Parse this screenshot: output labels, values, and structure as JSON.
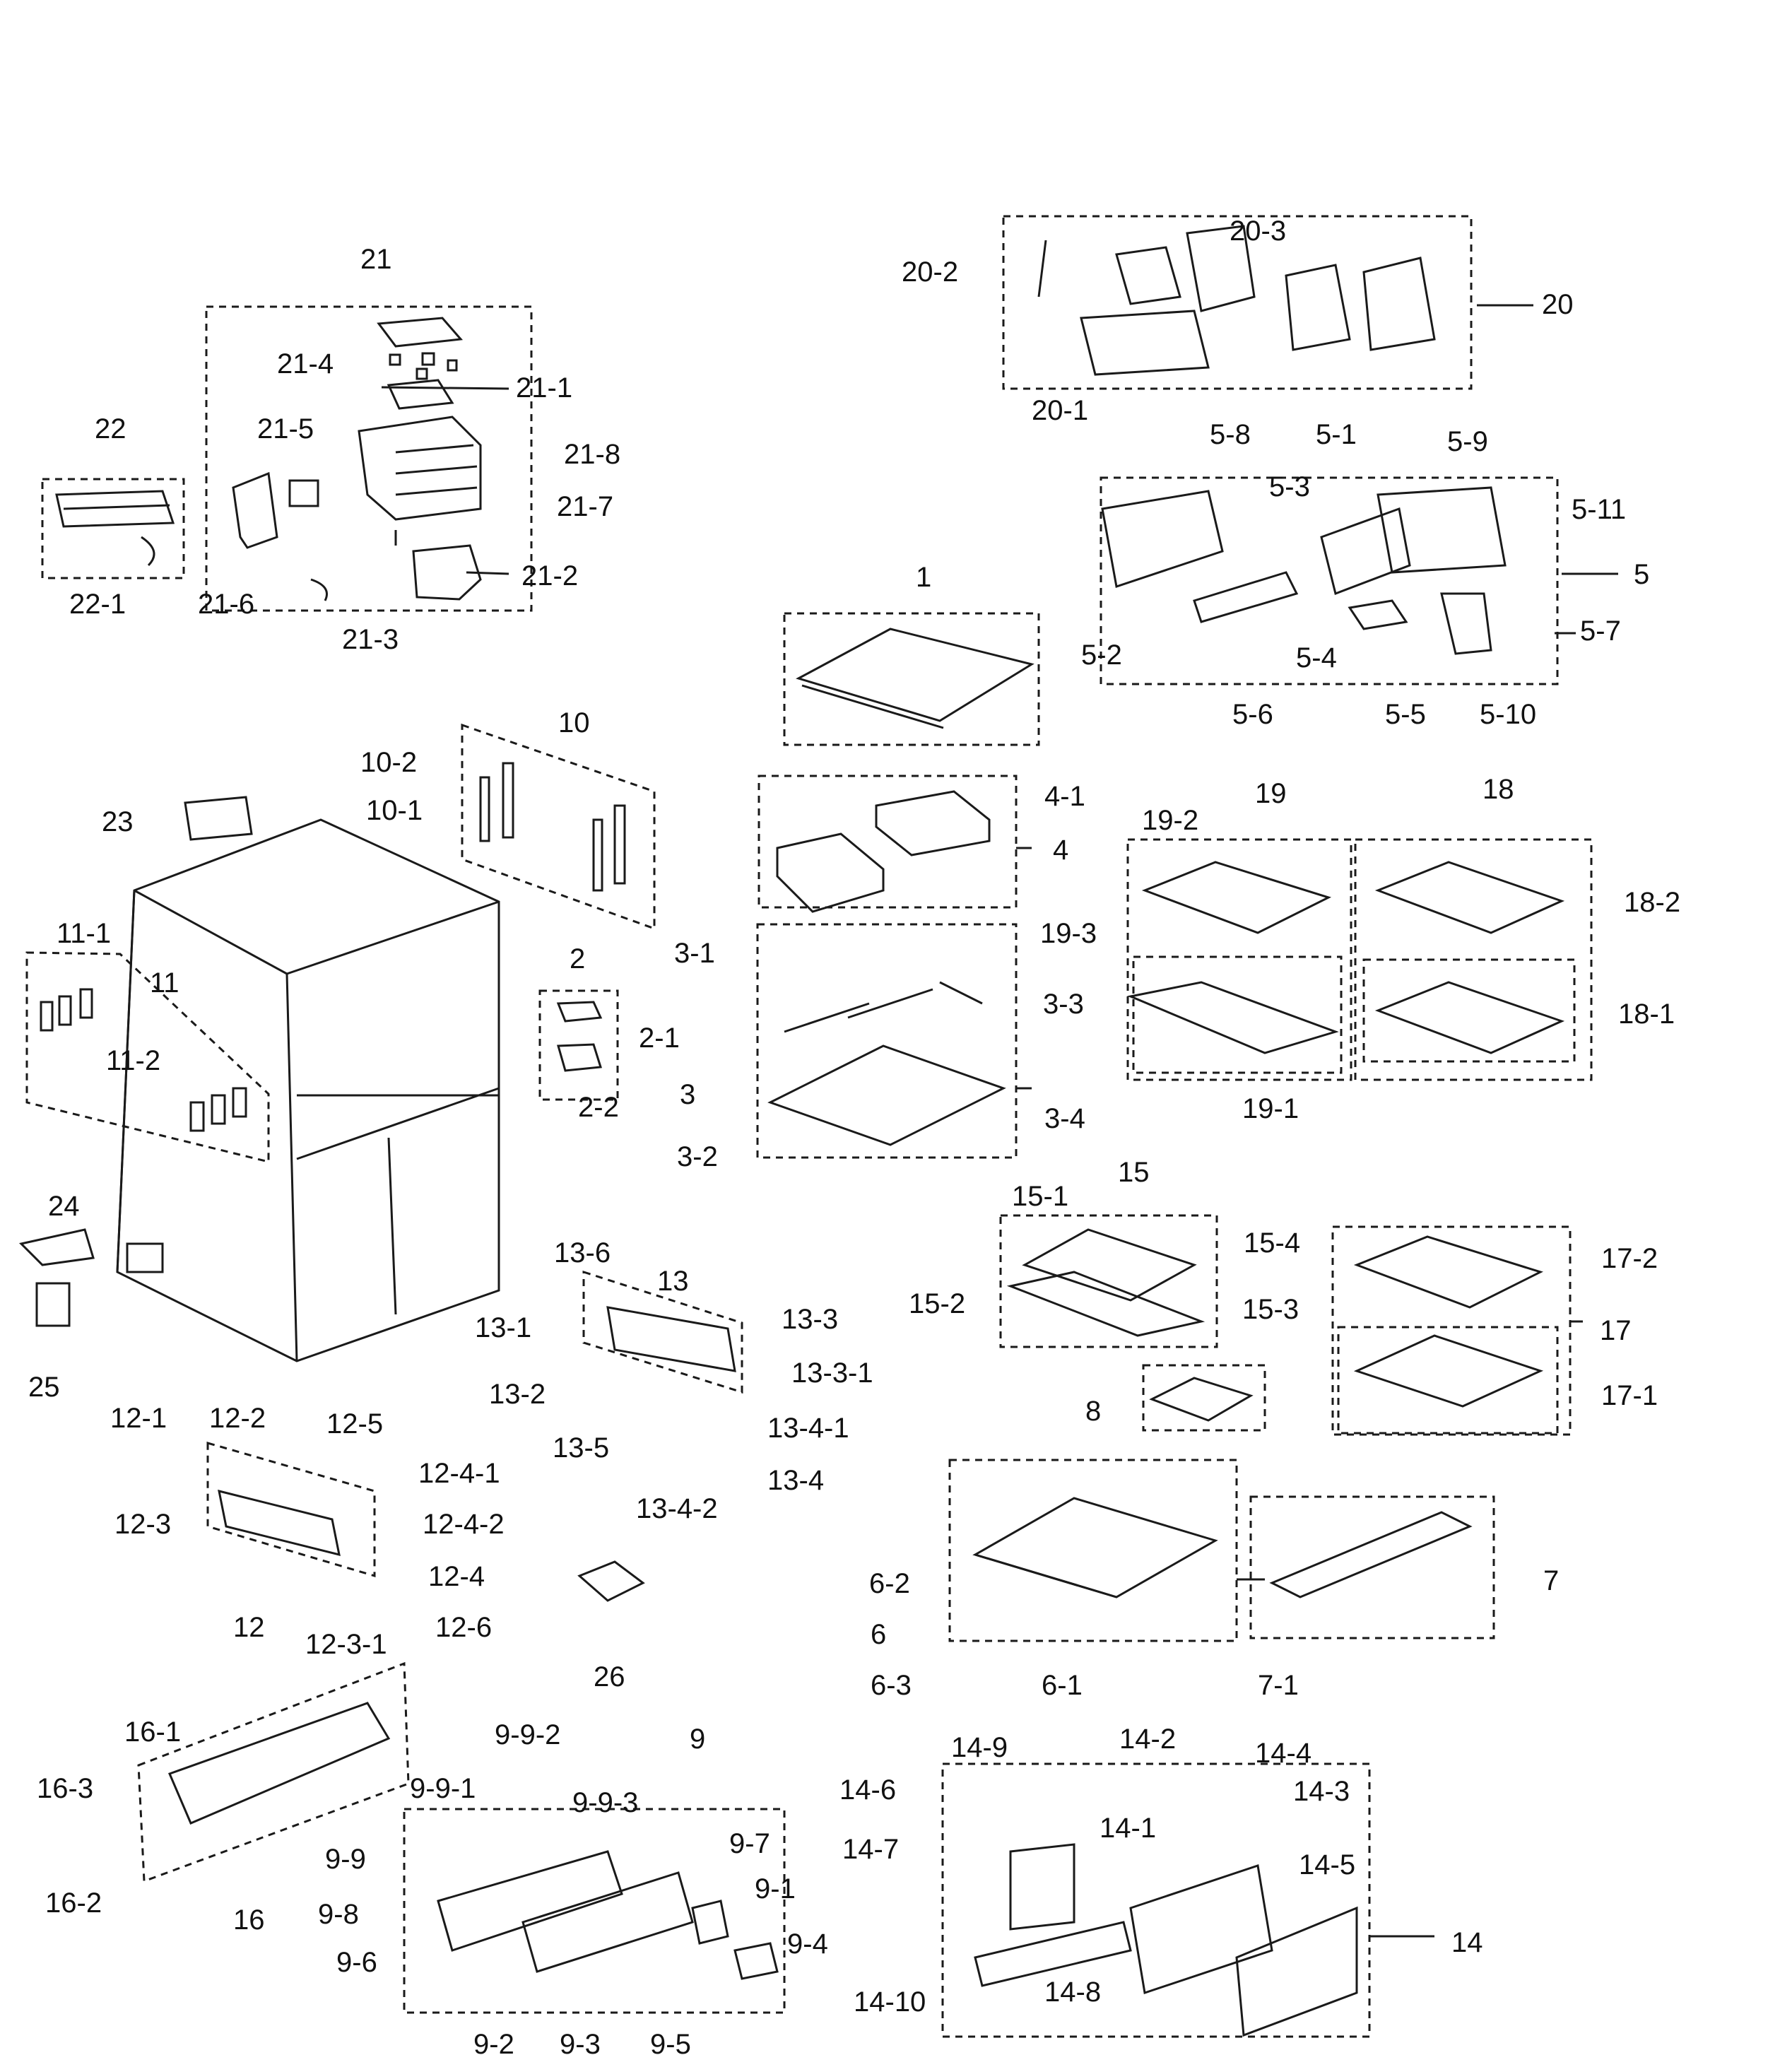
{
  "diagram": {
    "type": "exploded-parts-view",
    "line_color": "#1a1a1a",
    "background": "#ffffff",
    "labels": [
      "21",
      "21-4",
      "21-1",
      "21-5",
      "21-8",
      "21-7",
      "21-2",
      "21-6",
      "21-3",
      "22",
      "22-1",
      "20-2",
      "20-3",
      "20",
      "20-1",
      "5-8",
      "5-1",
      "5-9",
      "5-3",
      "5-11",
      "5",
      "5-2",
      "5-4",
      "5-7",
      "5-6",
      "5-5",
      "5-10",
      "1",
      "10",
      "10-2",
      "10-1",
      "23",
      "4-1",
      "4",
      "19",
      "19-2",
      "19-3",
      "19-1",
      "18",
      "18-2",
      "18-1",
      "11-1",
      "11",
      "11-2",
      "2",
      "2-1",
      "2-2",
      "3-1",
      "3-3",
      "3",
      "3-4",
      "3-2",
      "15",
      "15-1",
      "15-4",
      "15-2",
      "15-3",
      "17-2",
      "17",
      "17-1",
      "24",
      "25",
      "13-6",
      "13",
      "13-3",
      "13-1",
      "13-3-1",
      "13-2",
      "13-4-1",
      "13-5",
      "13-4",
      "13-4-2",
      "8",
      "12-1",
      "12-2",
      "12-5",
      "12-4-1",
      "12-3",
      "12-4-2",
      "12-4",
      "12",
      "12-3-1",
      "12-6",
      "26",
      "6-2",
      "6",
      "6-3",
      "6-1",
      "7",
      "7-1",
      "16-1",
      "16-3",
      "16-2",
      "16",
      "9-9-2",
      "9",
      "9-9-1",
      "9-9-3",
      "9-7",
      "9-9",
      "9-1",
      "9-8",
      "9-4",
      "9-6",
      "9-2",
      "9-3",
      "9-5",
      "14-9",
      "14-2",
      "14-4",
      "14-6",
      "14-3",
      "14-1",
      "14-7",
      "14-5",
      "14",
      "14-8",
      "14-10"
    ]
  }
}
